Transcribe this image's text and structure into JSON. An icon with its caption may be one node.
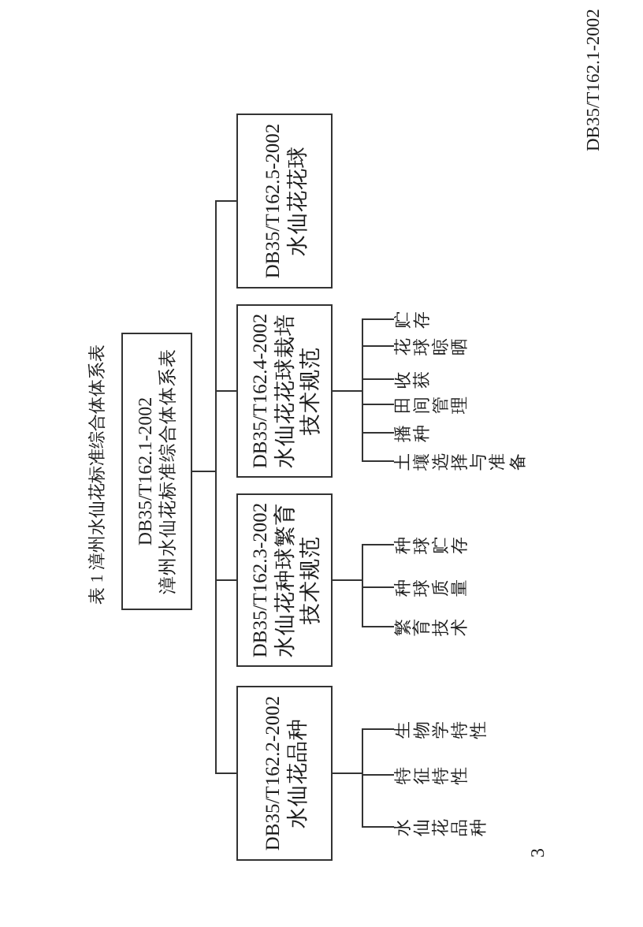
{
  "diagram": {
    "title": "表 1 漳州水仙花标准综合体体系表",
    "nodes": [
      {
        "text": [
          "DB35/T162.1-2002",
          "漳州水仙花标准综合体体系表"
        ]
      },
      {
        "text": [
          "DB35/T162.2-2002",
          "水仙花品种"
        ]
      },
      {
        "text": [
          "DB35/T162.3-2002",
          "水仙花种球繁育技术规范"
        ]
      },
      {
        "text": [
          "DB35/T162.4-2002",
          "水仙花花球栽培技术规范"
        ]
      },
      {
        "text": [
          "DB35/T162.5-2002",
          "水仙花花球"
        ]
      },
      {
        "text": [
          "水仙花品种"
        ]
      },
      {
        "text": [
          "特征特性"
        ]
      },
      {
        "text": [
          "生物学特性"
        ]
      },
      {
        "text": [
          "繁育技术"
        ]
      },
      {
        "text": [
          "种球质量"
        ]
      },
      {
        "text": [
          "种球贮存"
        ]
      },
      {
        "text": [
          "土壤选择与准备"
        ]
      },
      {
        "text": [
          "播种"
        ]
      },
      {
        "text": [
          "田间管理"
        ]
      },
      {
        "text": [
          "收获"
        ]
      },
      {
        "text": [
          "花球晾晒"
        ]
      },
      {
        "text": [
          "贮存"
        ]
      }
    ],
    "edges": [
      {
        "from": 0,
        "to": 1,
        "arrow": "none"
      },
      {
        "from": 0,
        "to": 2,
        "arrow": "none"
      },
      {
        "from": 0,
        "to": 3,
        "arrow": "none"
      },
      {
        "from": 0,
        "to": 4,
        "arrow": "none"
      },
      {
        "from": 1,
        "to": 5,
        "arrow": "none"
      },
      {
        "from": 1,
        "to": 6,
        "arrow": "none"
      },
      {
        "from": 1,
        "to": 7,
        "arrow": "none"
      },
      {
        "from": 2,
        "to": 8,
        "arrow": "none"
      },
      {
        "from": 2,
        "to": 9,
        "arrow": "none"
      },
      {
        "from": 2,
        "to": 10,
        "arrow": "none"
      },
      {
        "from": 3,
        "to": 11,
        "arrow": "none"
      },
      {
        "from": 3,
        "to": 12,
        "arrow": "none"
      },
      {
        "from": 3,
        "to": 13,
        "arrow": "none"
      },
      {
        "from": 3,
        "to": 14,
        "arrow": "none"
      },
      {
        "from": 3,
        "to": 15,
        "arrow": "none"
      },
      {
        "from": 3,
        "to": 16,
        "arrow": "none"
      }
    ],
    "labels": [
      "DB35/T162.1-2002",
      "3"
    ]
  }
}
